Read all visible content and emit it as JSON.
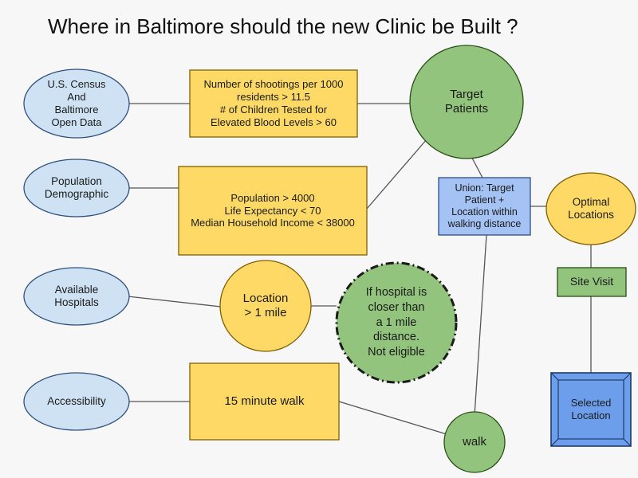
{
  "title": "Where in Baltimore should the new Clinic be Built ?",
  "nodes": {
    "census": "U.S. Census\nAnd\nBaltimore\nOpen Data",
    "population": "Population\nDemographic",
    "hospitals": "Available\nHospitals",
    "accessibility": "Accessibility",
    "shootings_criteria": "Number of shootings per 1000\nresidents > 11.5\n# of Children Tested for\nElevated Blood Levels > 60",
    "population_criteria": "Population > 4000\nLife Expectancy < 70\nMedian Household Income < 38000",
    "location": "Location\n> 1 mile",
    "eligibility_note": "If hospital is\ncloser than\na 1 mile\ndistance.\nNot eligible",
    "walk_criteria": "15 minute walk",
    "target_patients": "Target\nPatients",
    "union": "Union: Target\nPatient +\nLocation within\nwalking distance",
    "walk": "walk",
    "optimal_locations": "Optimal\nLocations",
    "site_visit": "Site Visit",
    "selected_location": "Selected\nLocation"
  },
  "colors": {
    "blue_fill": "#cfe2f3",
    "blue_stroke": "#2f4f7f",
    "yellow_fill": "#ffd966",
    "yellow_stroke": "#7f6000",
    "green_fill": "#93c47d",
    "green_stroke": "#274e13",
    "union_fill": "#a4c2f4",
    "selected_fill": "#6d9eeb"
  }
}
